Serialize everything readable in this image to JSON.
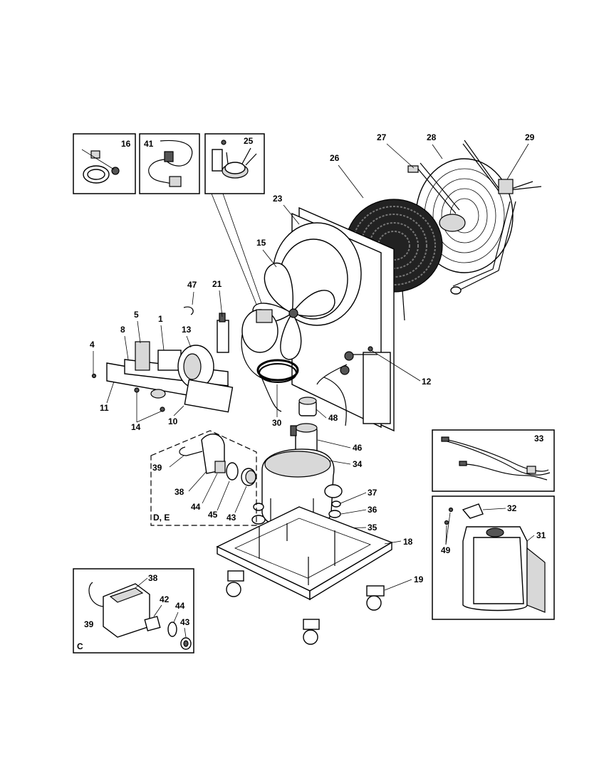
{
  "labels": {
    "l16": "16",
    "l41": "41",
    "l25": "25",
    "l27": "27",
    "l28a": "28",
    "l29": "29",
    "l26": "26",
    "l23": "23",
    "l15": "15",
    "l47": "47",
    "l21": "21",
    "l5": "5",
    "l1": "1",
    "l8": "8",
    "l13": "13",
    "l4": "4",
    "l11": "11",
    "l14": "14",
    "l10": "10",
    "l30": "30",
    "l48a": "48",
    "l46": "46",
    "l12": "12",
    "l34": "34",
    "l37": "37",
    "l36": "36",
    "l35": "35",
    "l18": "18",
    "l19": "19",
    "l39a": "39",
    "l38a": "38",
    "l44a": "44",
    "l45": "45",
    "l43a": "43",
    "lDE": "D, E",
    "l38b": "38",
    "l42": "42",
    "l44b": "44",
    "l43b": "43",
    "l39b": "39",
    "lC": "C",
    "l33": "33",
    "l32": "32",
    "l31": "31",
    "l49": "49"
  },
  "icons": [
    "clamp-icon",
    "power-cord-icon",
    "thermostat-icon",
    "condenser-coil-icon",
    "fan-guard-icon",
    "fan-blade-icon",
    "compressor-icon",
    "caster-icon",
    "water-tank-icon",
    "wire-harness-icon",
    "relay-icon"
  ]
}
